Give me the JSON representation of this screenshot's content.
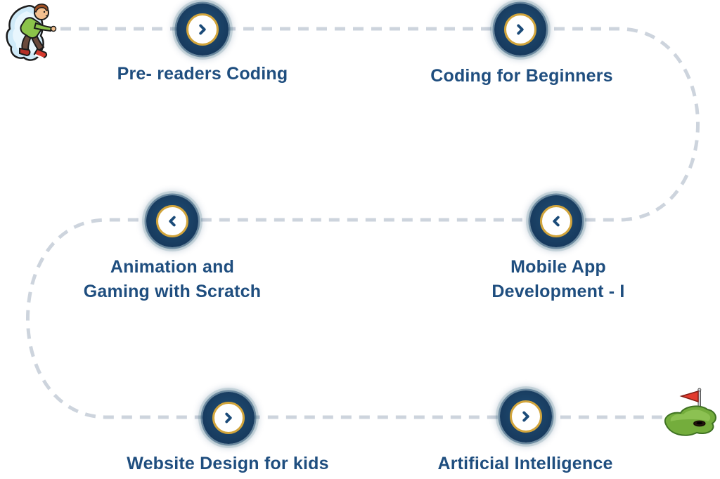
{
  "page": {
    "description": "Kids coding courses learning path infographic",
    "background": "#ffffff"
  },
  "path": {
    "style": "dashed",
    "dash_color": "#cdd4dd",
    "start_marker": "boy jumping through portal",
    "end_marker": "golf green with red flag and hole"
  },
  "colors": {
    "label_text": "#1f4e7f",
    "node_fill": "#1a4064",
    "node_inner_fill": "#ffffff",
    "node_gold_ring": "#d2a53c",
    "chevron": "#1b4b79",
    "flag_red": "#e23b2e",
    "green_turf": "#74ad3c",
    "portal_blue": "#cfeaf8"
  },
  "courses": [
    {
      "name": "Pre- readers Coding",
      "chevron": "right",
      "lines": [
        "Pre- readers Coding"
      ]
    },
    {
      "name": "Coding for Beginners",
      "chevron": "right",
      "lines": [
        "Coding for Beginners"
      ]
    },
    {
      "name": "Animation and Gaming with Scratch",
      "chevron": "left",
      "lines": [
        "Animation and",
        "Gaming with Scratch"
      ]
    },
    {
      "name": "Mobile App Development - I",
      "chevron": "left",
      "lines": [
        "Mobile App",
        "Development - I"
      ]
    },
    {
      "name": "Website Design for kids",
      "chevron": "right",
      "lines": [
        "Website Design for kids"
      ]
    },
    {
      "name": "Artificial Intelligence",
      "chevron": "right",
      "lines": [
        "Artificial Intelligence"
      ]
    }
  ]
}
